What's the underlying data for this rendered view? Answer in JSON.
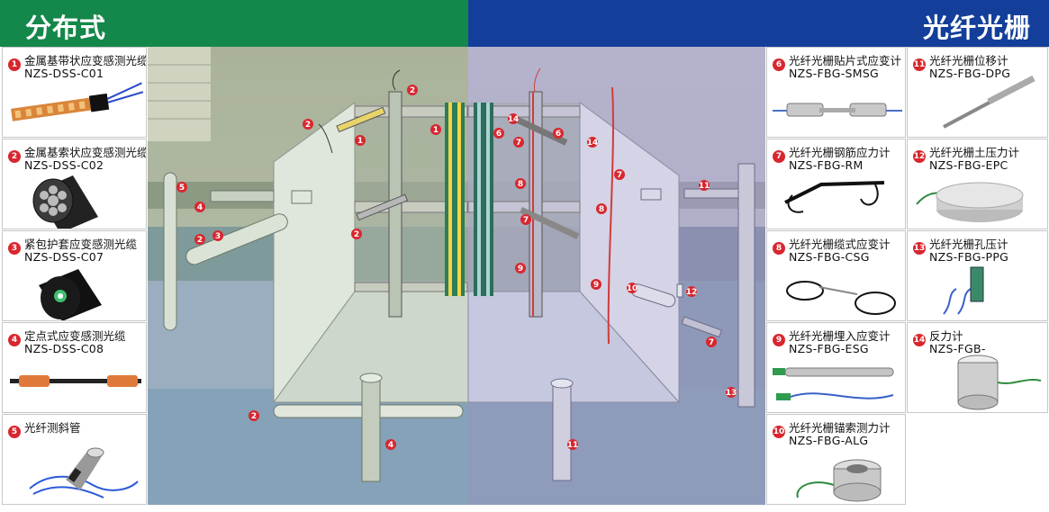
{
  "header": {
    "left_title": "分布式",
    "right_title": "光纤光栅"
  },
  "distributed": [
    {
      "num": "1",
      "name": "金属基带状应变感测光缆",
      "code": "NZS-DSS-C01"
    },
    {
      "num": "2",
      "name": "金属基索状应变感测光缆",
      "code": "NZS-DSS-C02"
    },
    {
      "num": "3",
      "name": "紧包护套应变感测光缆",
      "code": "NZS-DSS-C07"
    },
    {
      "num": "4",
      "name": "定点式应变感测光缆",
      "code": "NZS-DSS-C08"
    },
    {
      "num": "5",
      "name": "光纤测斜管",
      "code": ""
    }
  ],
  "fbg_col1": [
    {
      "num": "6",
      "name": "光纤光栅贴片式应变计",
      "code": "NZS-FBG-SMSG"
    },
    {
      "num": "7",
      "name": "光纤光栅钢筋应力计",
      "code": "NZS-FBG-RM"
    },
    {
      "num": "8",
      "name": "光纤光栅缆式应变计",
      "code": "NZS-FBG-CSG"
    },
    {
      "num": "9",
      "name": "光纤光栅埋入应变计",
      "code": "NZS-FBG-ESG"
    },
    {
      "num": "10",
      "name": "光纤光栅锚索测力计",
      "code": "NZS-FBG-ALG"
    }
  ],
  "fbg_col2": [
    {
      "num": "11",
      "name": "光纤光栅位移计",
      "code": "NZS-FBG-DPG"
    },
    {
      "num": "12",
      "name": "光纤光栅土压力计",
      "code": "NZS-FBG-EPC"
    },
    {
      "num": "13",
      "name": "光纤光栅孔压计",
      "code": "NZS-FBG-PPG"
    },
    {
      "num": "14",
      "name": "反力计",
      "code": "NZS-FGB-"
    }
  ],
  "scene_markers": {
    "m1a": "1",
    "m1b": "1",
    "m2a": "2",
    "m2b": "2",
    "m2c": "2",
    "m2d": "2",
    "m2e": "2",
    "m3": "3",
    "m4a": "4",
    "m4b": "4",
    "m5": "5",
    "m6a": "6",
    "m6b": "6",
    "m7a": "7",
    "m7b": "7",
    "m7c": "7",
    "m7d": "7",
    "m8a": "8",
    "m8b": "8",
    "m9a": "9",
    "m9b": "9",
    "m10": "10",
    "m11a": "11",
    "m11b": "11",
    "m12": "12",
    "m13": "13",
    "m14a": "14",
    "m14b": "14"
  },
  "colors": {
    "green_header": "#14874a",
    "blue_header": "#133f9a",
    "marker_red": "#d8272f"
  }
}
